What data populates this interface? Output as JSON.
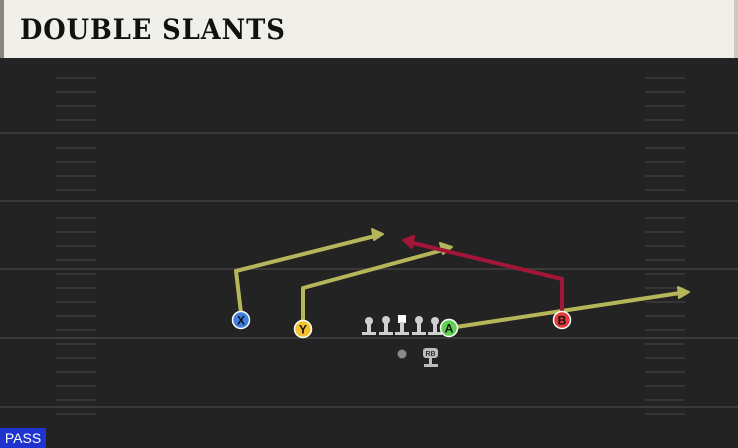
{
  "play": {
    "title": "DOUBLE SLANTS",
    "type_badge": "PASS"
  },
  "colors": {
    "field": "#232323",
    "yard_line": "#3a3a3a",
    "route_primary": "#b5b55a",
    "route_secondary": "#a3163a",
    "receiver_x": "#3e7fe0",
    "receiver_y": "#f2c232",
    "receiver_a": "#5ed052",
    "receiver_b": "#e03a3a",
    "lineman": "#cfcfcf"
  },
  "receivers": [
    {
      "label": "X",
      "role": "receiver-x",
      "color": "#3e7fe0"
    },
    {
      "label": "Y",
      "role": "receiver-y",
      "color": "#f2c232"
    },
    {
      "label": "A",
      "role": "receiver-a",
      "color": "#5ed052"
    },
    {
      "label": "B",
      "role": "receiver-b",
      "color": "#e03a3a"
    }
  ],
  "backfield": {
    "running_back_label": "RB"
  }
}
